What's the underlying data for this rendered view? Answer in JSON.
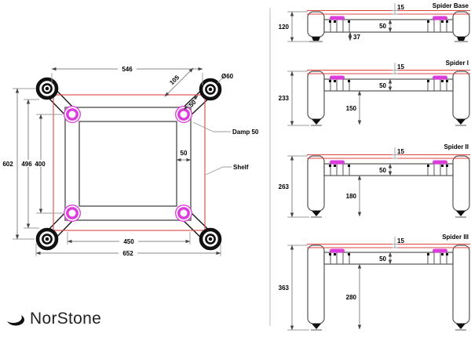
{
  "colors": {
    "red": "#df4545",
    "magenta": "#dc3cdc"
  },
  "plan": {
    "dim_top_width": "546",
    "dim_arm_length": "105",
    "dim_arm_width": "50",
    "foot_diameter": "Ø60",
    "dim_overall_depth": "602",
    "dim_inner_depth": "496",
    "dim_opening": "400",
    "dim_bottom_inner_width": "450",
    "dim_bottom_outer_width": "652",
    "dim_member_width": "50",
    "damp_label": "Damp 50",
    "shelf_label": "Shelf"
  },
  "spiders": [
    {
      "name": "Spider Base",
      "height": "120",
      "shelf_thickness": "15",
      "beam_height": "50",
      "clearance": "37"
    },
    {
      "name": "Spider I",
      "height": "233",
      "shelf_thickness": "15",
      "beam_height": "50",
      "clearance": "150"
    },
    {
      "name": "Spider II",
      "height": "263",
      "shelf_thickness": "15",
      "beam_height": "50",
      "clearance": "180"
    },
    {
      "name": "Spider III",
      "height": "363",
      "shelf_thickness": "15",
      "beam_height": "50",
      "clearance": "280"
    }
  ],
  "logo": {
    "brand": "NorStone"
  }
}
